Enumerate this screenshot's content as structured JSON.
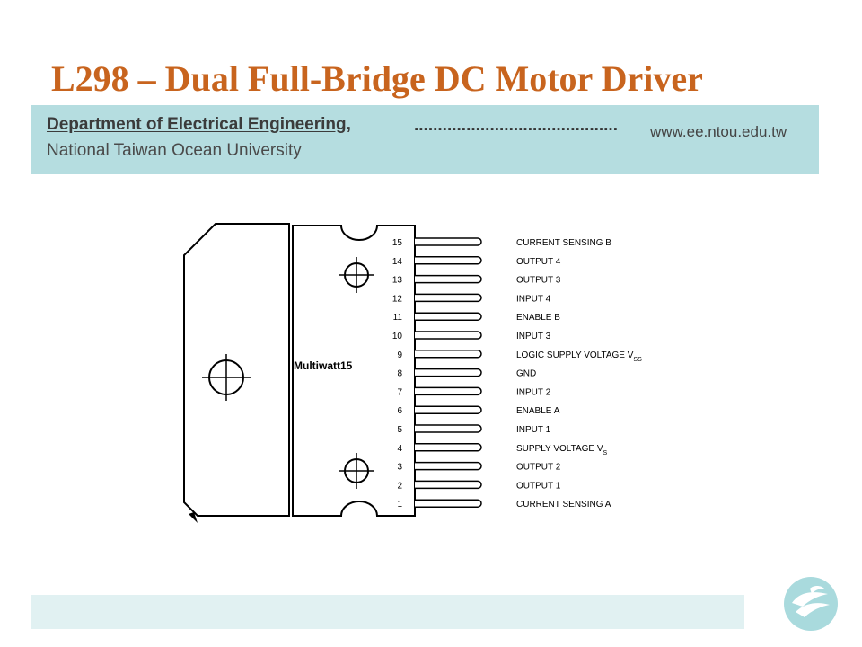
{
  "slide": {
    "title": "L298 – Dual Full-Bridge DC Motor Driver"
  },
  "header": {
    "department": "Department of Electrical Engineering,",
    "university": "National Taiwan Ocean University",
    "dots": "...........................................",
    "website": "www.ee.ntou.edu.tw"
  },
  "diagram": {
    "package_label": "Multiwatt15",
    "pins": [
      {
        "num": "15",
        "name": "CURRENT SENSING B",
        "sub": ""
      },
      {
        "num": "14",
        "name": "OUTPUT 4",
        "sub": ""
      },
      {
        "num": "13",
        "name": "OUTPUT 3",
        "sub": ""
      },
      {
        "num": "12",
        "name": "INPUT 4",
        "sub": ""
      },
      {
        "num": "11",
        "name": "ENABLE B",
        "sub": ""
      },
      {
        "num": "10",
        "name": "INPUT 3",
        "sub": ""
      },
      {
        "num": "9",
        "name": "LOGIC SUPPLY VOLTAGE V",
        "sub": "SS"
      },
      {
        "num": "8",
        "name": "GND",
        "sub": ""
      },
      {
        "num": "7",
        "name": "INPUT 2",
        "sub": ""
      },
      {
        "num": "6",
        "name": "ENABLE A",
        "sub": ""
      },
      {
        "num": "5",
        "name": "INPUT 1",
        "sub": ""
      },
      {
        "num": "4",
        "name": "SUPPLY VOLTAGE V",
        "sub": "S"
      },
      {
        "num": "3",
        "name": "OUTPUT 2",
        "sub": ""
      },
      {
        "num": "2",
        "name": "OUTPUT 1",
        "sub": ""
      },
      {
        "num": "1",
        "name": "CURRENT SENSING A",
        "sub": ""
      }
    ]
  },
  "colors": {
    "title": "#c8641e",
    "header_band": "#b5dde0",
    "footer_band": "#e1f1f2",
    "logo": "#a9dadd"
  }
}
